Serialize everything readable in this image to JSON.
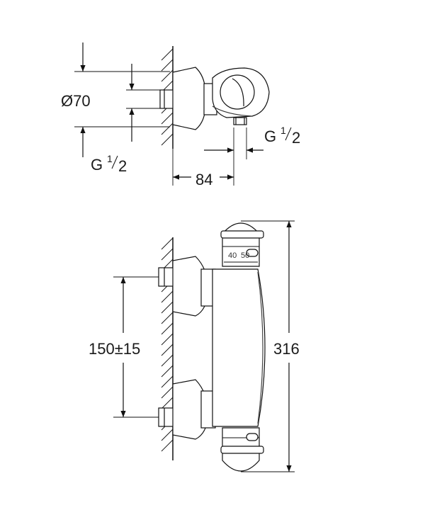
{
  "side_view": {
    "diameter_label": "Ø70",
    "thread_left": {
      "prefix": "G",
      "num": "1",
      "den": "2"
    },
    "thread_right": {
      "prefix": "G",
      "num": "1",
      "den": "2"
    },
    "depth_label": "84"
  },
  "front_view": {
    "spacing_label": "150±15",
    "height_label": "316",
    "dial_marks": [
      "40",
      "50"
    ]
  }
}
